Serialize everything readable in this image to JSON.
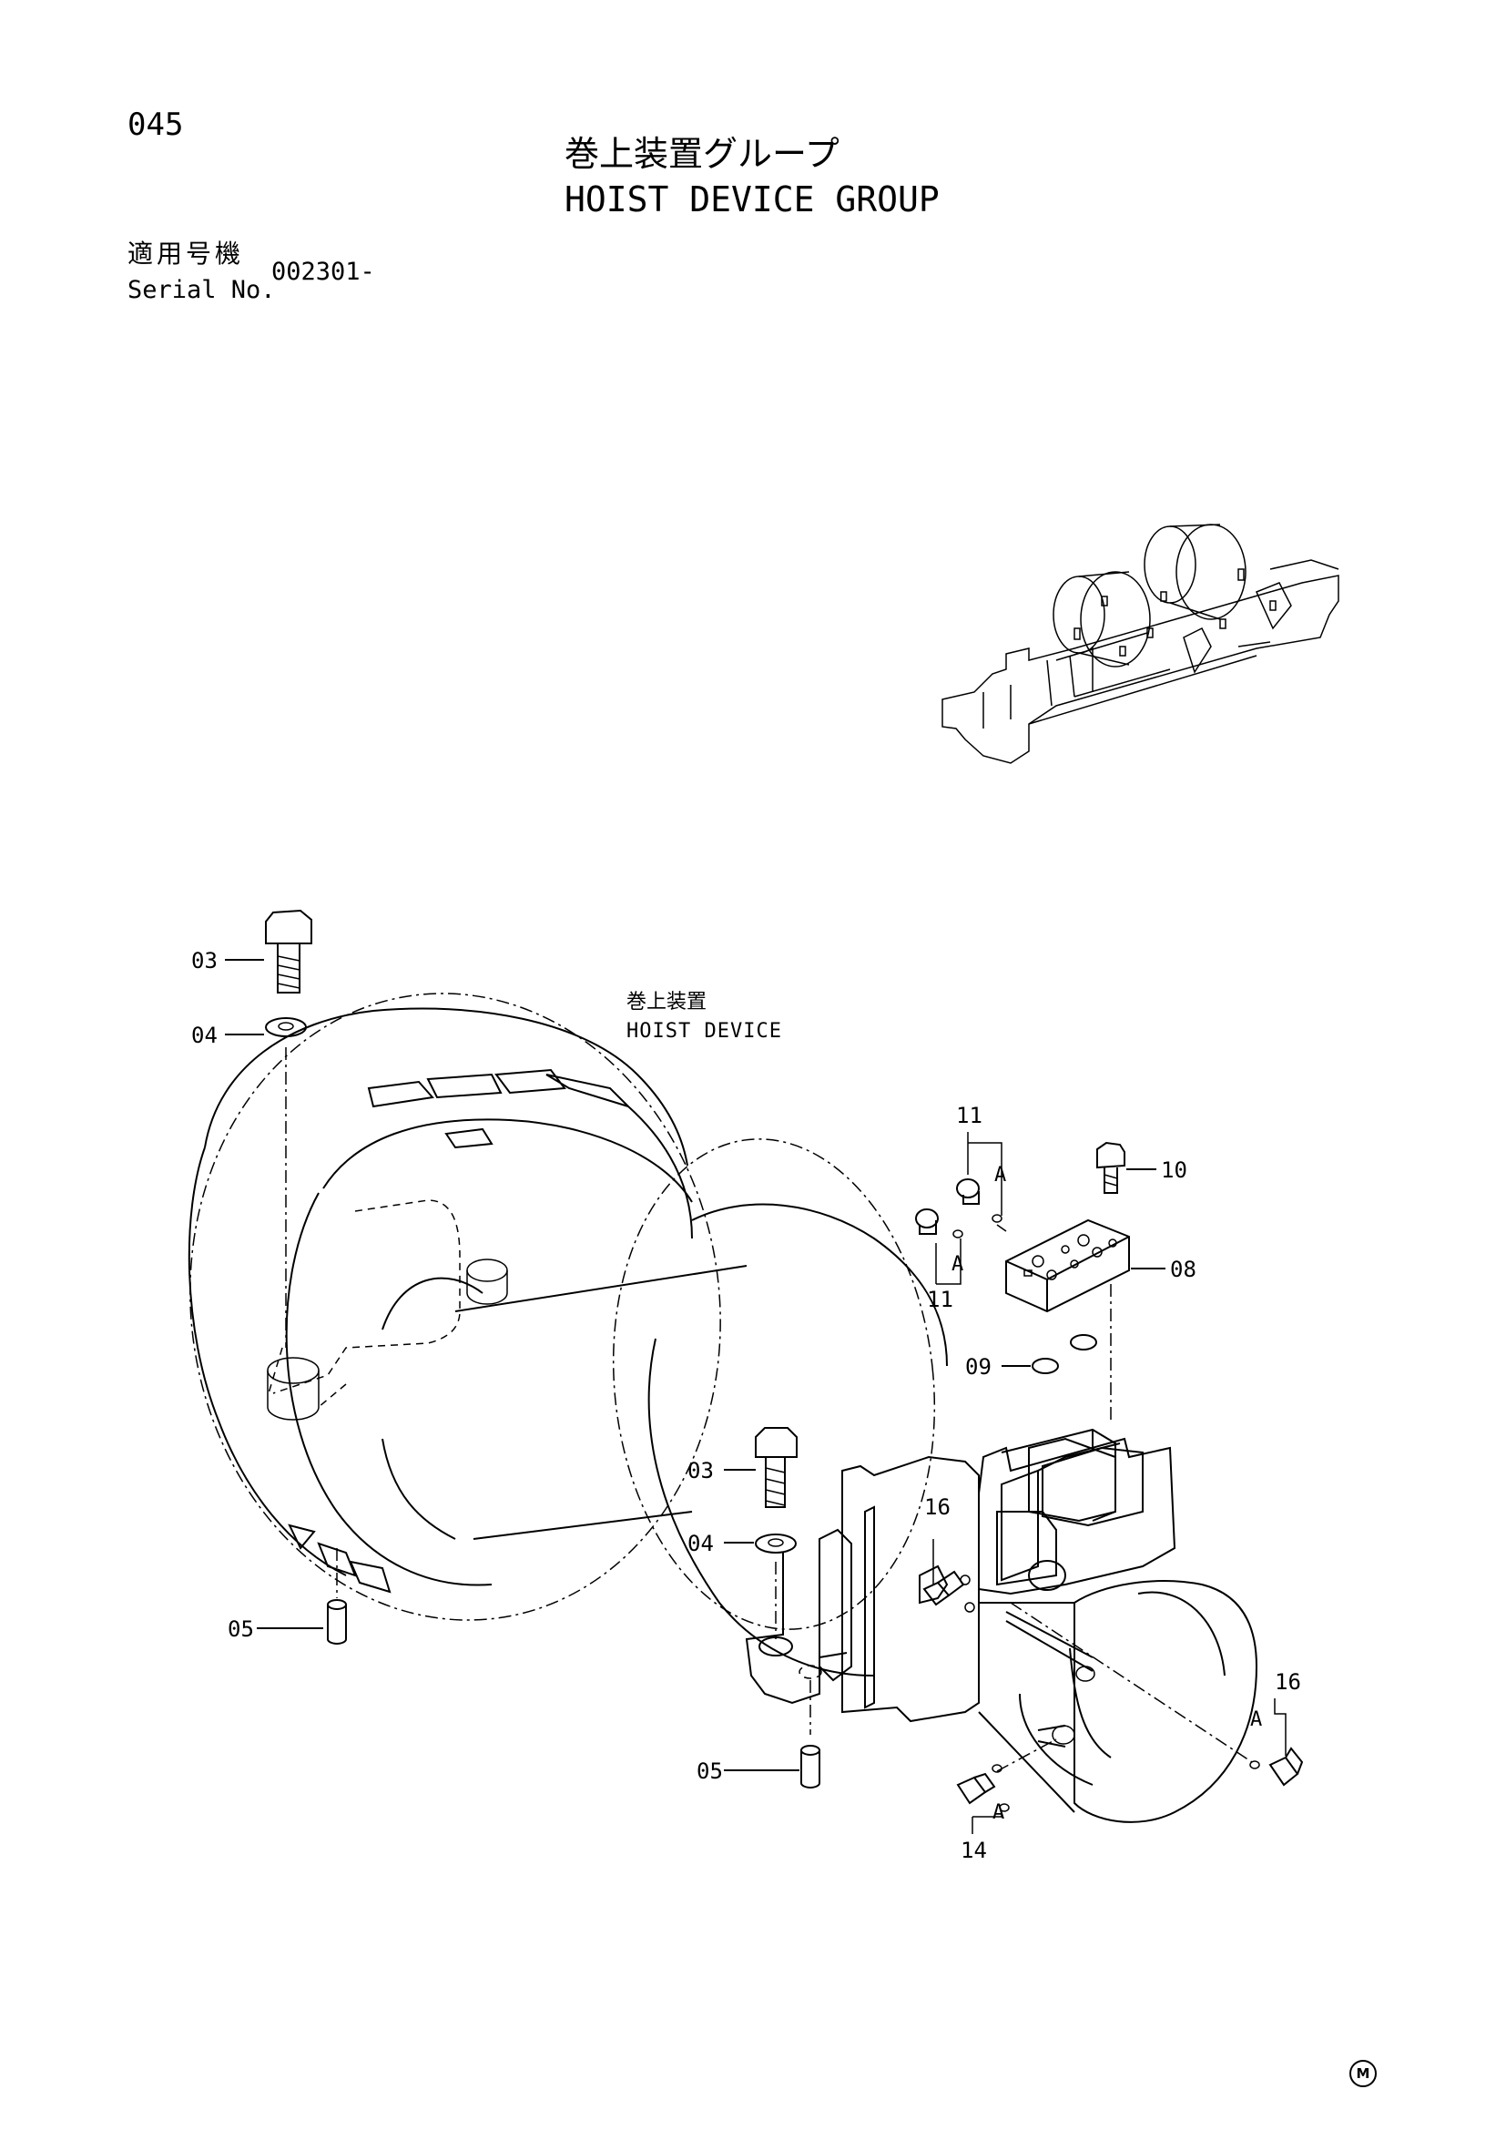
{
  "page_number": "045",
  "title": {
    "japanese": "巻上装置グループ",
    "english": "HOIST DEVICE GROUP"
  },
  "serial": {
    "label_japanese": "適用号機",
    "label_english": "Serial No.",
    "value": "002301-"
  },
  "device_label": {
    "japanese": "巻上装置",
    "english": "HOIST DEVICE"
  },
  "part_callouts": [
    "03",
    "04",
    "05",
    "08",
    "09",
    "10",
    "11",
    "14",
    "16"
  ],
  "connection_marker": "A",
  "footer_mark": "M"
}
